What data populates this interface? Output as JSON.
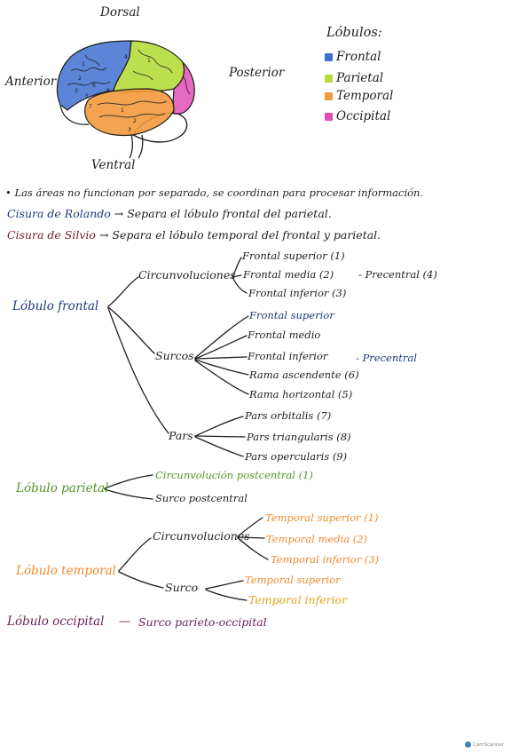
{
  "brain_diagram": {
    "dorsal": "Dorsal",
    "anterior": "Anterior",
    "posterior": "Posterior",
    "ventral": "Ventral"
  },
  "legend": {
    "title": "Lóbulos:",
    "items": [
      {
        "label": "Frontal",
        "color": "#3f6fd0"
      },
      {
        "label": "Parietal",
        "color": "#b7dc3a"
      },
      {
        "label": "Temporal",
        "color": "#f39a3e"
      },
      {
        "label": "Occipital",
        "color": "#e04fb5"
      }
    ]
  },
  "notes": {
    "bullet": "• Las áreas no funcionan por separado, se coordinan para procesar información.",
    "rolando_term": "Cisura de Rolando",
    "rolando_def": "→ Separa el lóbulo frontal del parietal.",
    "silvio_term": "Cisura de Silvio",
    "silvio_def": "→ Separa el lóbulo temporal del frontal y parietal."
  },
  "frontal": {
    "title": "Lóbulo frontal",
    "circ": {
      "label": "Circunvoluciones",
      "items": [
        "Frontal superior (1)",
        "Frontal media (2)",
        "Frontal inferior (3)"
      ],
      "note": "- Precentral (4)"
    },
    "surcos": {
      "label": "Surcos",
      "items": [
        "Frontal superior",
        "Frontal medio",
        "Frontal inferior",
        "Rama ascendente (6)",
        "Rama horizontal (5)"
      ],
      "note": "- Precentral"
    },
    "pars": {
      "label": "Pars",
      "items": [
        "Pars orbitalis (7)",
        "Pars triangularis (8)",
        "Pars opercularis (9)"
      ]
    }
  },
  "parietal": {
    "title": "Lóbulo parietal",
    "items": [
      "Circunvolución postcentral (1)",
      "Surco postcentral"
    ]
  },
  "temporal": {
    "title": "Lóbulo temporal",
    "circ": {
      "label": "Circunvoluciones",
      "items": [
        "Temporal superior (1)",
        "Temporal media (2)",
        "Temporal inferior (3)"
      ]
    },
    "surco": {
      "label": "Surco",
      "items": [
        "Temporal superior",
        "Temporal inferior"
      ]
    }
  },
  "occipital": {
    "title": "Lóbulo occipital",
    "dash": "—",
    "item": "Surco parieto-occipital"
  },
  "scanner": {
    "label": "CamScanner"
  },
  "colors": {
    "ink": "#1e1e1e",
    "navy": "#1d3a7a",
    "maroon": "#7a1a2c",
    "green": "#4f9a24",
    "orange": "#f08a2c",
    "gold": "#e0a21c",
    "purple": "#6a1e5a"
  }
}
